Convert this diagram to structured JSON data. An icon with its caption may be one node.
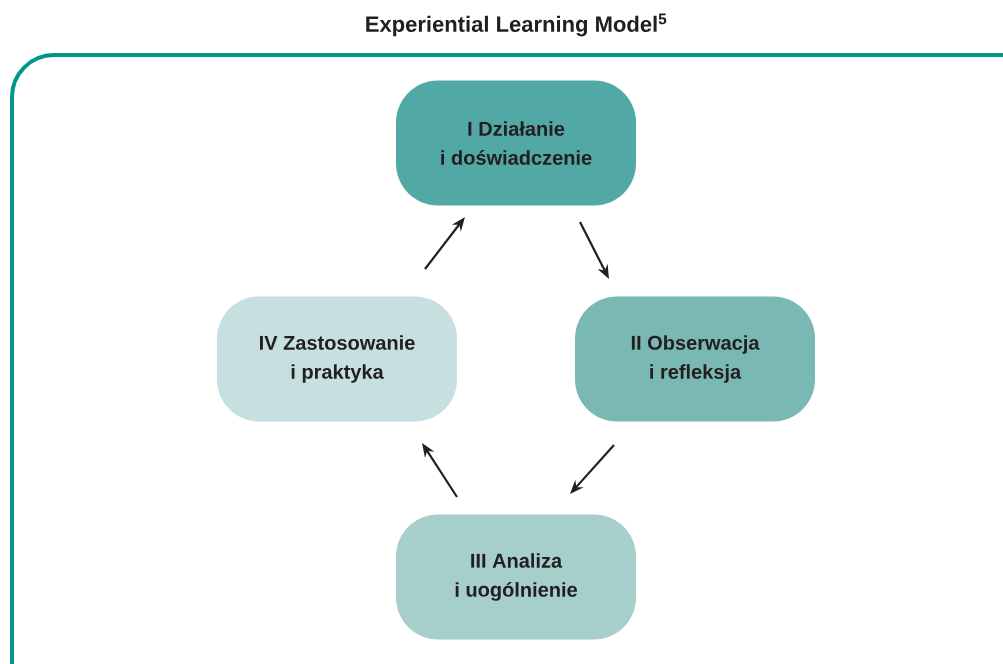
{
  "diagram": {
    "title": "Experiential Learning Model$^{5}$",
    "nodes": [
      {
        "text": [
          "I Działanie i doświadczenie"
        ]
      },
      {
        "text": [
          "II Obserwacja i refleksja"
        ]
      },
      {
        "text": [
          "III Analiza i uogólnienie"
        ]
      },
      {
        "text": [
          "IV Zastosowanie i praktyka"
        ]
      }
    ],
    "edges": [
      {
        "from": 0,
        "to": 1,
        "arrow": "to"
      },
      {
        "from": 1,
        "to": 2,
        "arrow": "to"
      },
      {
        "from": 2,
        "to": 3,
        "arrow": "to"
      },
      {
        "from": 3,
        "to": 0,
        "arrow": "to"
      }
    ]
  }
}
